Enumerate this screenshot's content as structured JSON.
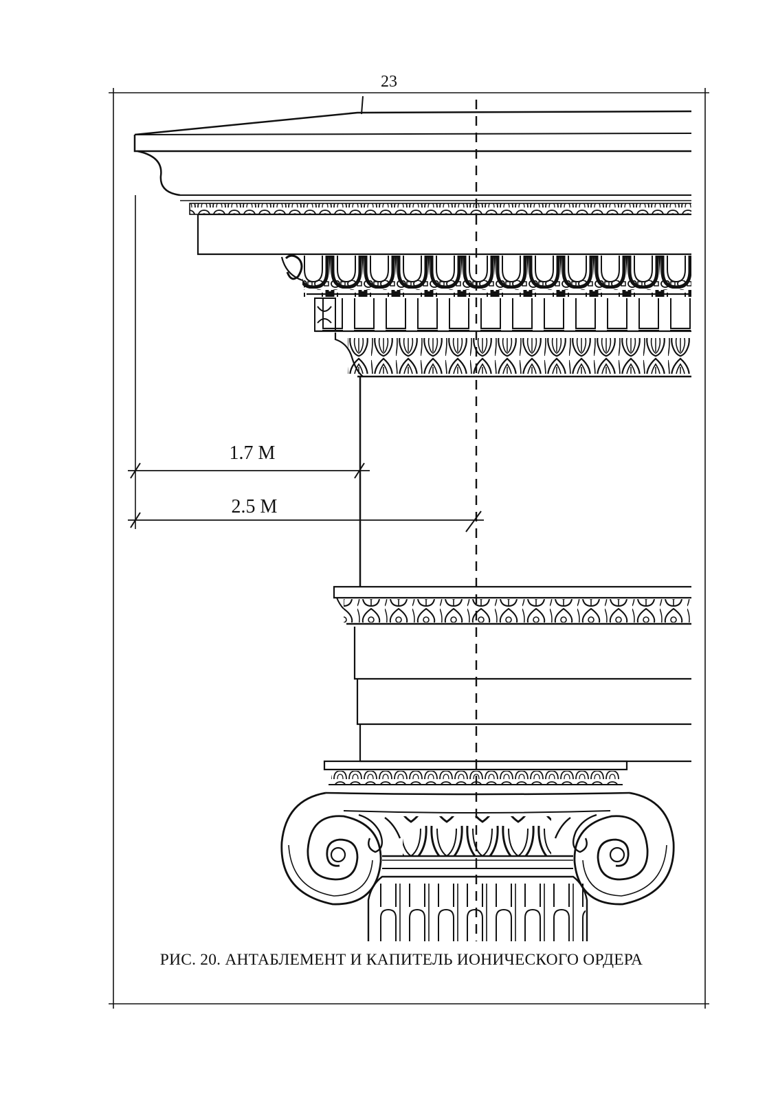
{
  "page": {
    "number": "23"
  },
  "figure": {
    "caption": "РИС. 20. АНТАБЛЕМЕНТ И КАПИТЕЛЬ ИОНИЧЕСКОГО ОРДЕРА",
    "dimensions": [
      {
        "label": "1.7 М"
      },
      {
        "label": "2.5 М"
      }
    ]
  },
  "colors": {
    "ink": "#111111",
    "paper": "#ffffff"
  }
}
